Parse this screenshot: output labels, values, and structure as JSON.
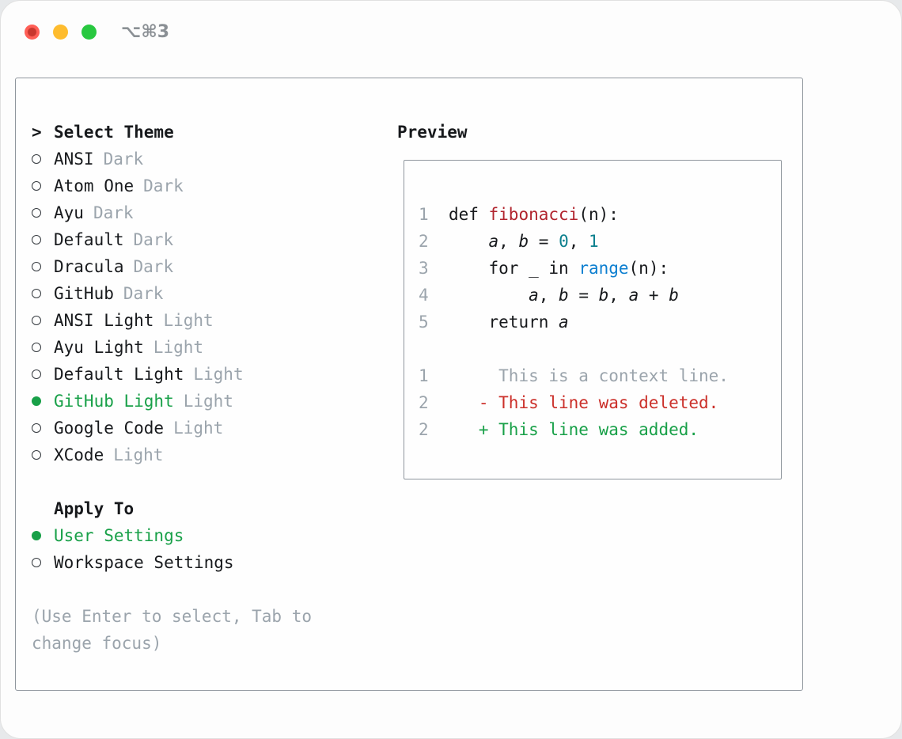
{
  "window": {
    "shortcut": "⌥⌘3"
  },
  "colors": {
    "accent_green": "#18a048",
    "muted_gray": "#9ba4ac",
    "function_red": "#b1242e",
    "deleted_red": "#cb302a",
    "builtin_blue": "#0d7fd0",
    "number_teal": "#0d808e",
    "traffic_red": "#ff5f57",
    "traffic_yellow": "#febc2e",
    "traffic_green": "#28c840"
  },
  "theme_selector": {
    "prompt_char": ">",
    "title": "Select Theme",
    "themes": [
      {
        "name": "ANSI",
        "variant": "Dark",
        "selected": false
      },
      {
        "name": "Atom One",
        "variant": "Dark",
        "selected": false
      },
      {
        "name": "Ayu",
        "variant": "Dark",
        "selected": false
      },
      {
        "name": "Default",
        "variant": "Dark",
        "selected": false
      },
      {
        "name": "Dracula",
        "variant": "Dark",
        "selected": false
      },
      {
        "name": "GitHub",
        "variant": "Dark",
        "selected": false
      },
      {
        "name": "ANSI Light",
        "variant": "Light",
        "selected": false
      },
      {
        "name": "Ayu Light",
        "variant": "Light",
        "selected": false
      },
      {
        "name": "Default Light",
        "variant": "Light",
        "selected": false
      },
      {
        "name": "GitHub Light",
        "variant": "Light",
        "selected": true
      },
      {
        "name": "Google Code",
        "variant": "Light",
        "selected": false
      },
      {
        "name": "XCode",
        "variant": "Light",
        "selected": false
      }
    ]
  },
  "apply_to": {
    "title": "Apply To",
    "options": [
      {
        "label": "User Settings",
        "selected": true
      },
      {
        "label": "Workspace Settings",
        "selected": false
      }
    ]
  },
  "hint": "(Use Enter to select, Tab to change focus)",
  "preview": {
    "title": "Preview",
    "lines": [
      {
        "num": "1",
        "segments": [
          {
            "t": "def ",
            "s": "plain"
          },
          {
            "t": "fibonacci",
            "s": "func"
          },
          {
            "t": "(n):",
            "s": "plain"
          }
        ]
      },
      {
        "num": "2",
        "segments": [
          {
            "t": "    ",
            "s": "plain"
          },
          {
            "t": "a",
            "s": "var"
          },
          {
            "t": ", ",
            "s": "plain"
          },
          {
            "t": "b",
            "s": "var"
          },
          {
            "t": " = ",
            "s": "plain"
          },
          {
            "t": "0",
            "s": "num"
          },
          {
            "t": ", ",
            "s": "plain"
          },
          {
            "t": "1",
            "s": "num"
          }
        ]
      },
      {
        "num": "3",
        "segments": [
          {
            "t": "    for _ in ",
            "s": "plain"
          },
          {
            "t": "range",
            "s": "builtin"
          },
          {
            "t": "(n):",
            "s": "plain"
          }
        ]
      },
      {
        "num": "4",
        "segments": [
          {
            "t": "        ",
            "s": "plain"
          },
          {
            "t": "a",
            "s": "var"
          },
          {
            "t": ", ",
            "s": "plain"
          },
          {
            "t": "b",
            "s": "var"
          },
          {
            "t": " = ",
            "s": "plain"
          },
          {
            "t": "b",
            "s": "var"
          },
          {
            "t": ", ",
            "s": "plain"
          },
          {
            "t": "a",
            "s": "var"
          },
          {
            "t": " + ",
            "s": "plain"
          },
          {
            "t": "b",
            "s": "var"
          }
        ]
      },
      {
        "num": "5",
        "segments": [
          {
            "t": "    return ",
            "s": "plain"
          },
          {
            "t": "a",
            "s": "var"
          }
        ]
      },
      {
        "num": "",
        "segments": []
      },
      {
        "num": "1",
        "segments": [
          {
            "t": "     This is a context line.",
            "s": "context"
          }
        ]
      },
      {
        "num": "2",
        "segments": [
          {
            "t": "   - This line was deleted.",
            "s": "deleted"
          }
        ]
      },
      {
        "num": "2",
        "segments": [
          {
            "t": "   + This line was added.",
            "s": "added"
          }
        ]
      }
    ]
  }
}
